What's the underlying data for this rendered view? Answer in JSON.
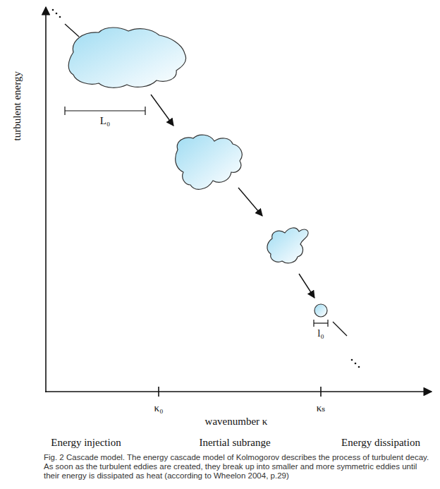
{
  "diagram": {
    "caption": "Fig. 2 Cascade model. The energy cascade model of Kolmogorov describes the process of turbulent decay. As soon as the turbulent eddies are created, they break up into smaller and more symmetric eddies until their energy is dissipated as heat (according to Wheelon 2004, p.29)",
    "labels": [
      "turbulent energy",
      "L₀",
      "l₀",
      "κ₀",
      "κₛ",
      "wavenumber κ",
      "Energy injection",
      "Inertial subrange",
      "Energy dissipation"
    ]
  }
}
